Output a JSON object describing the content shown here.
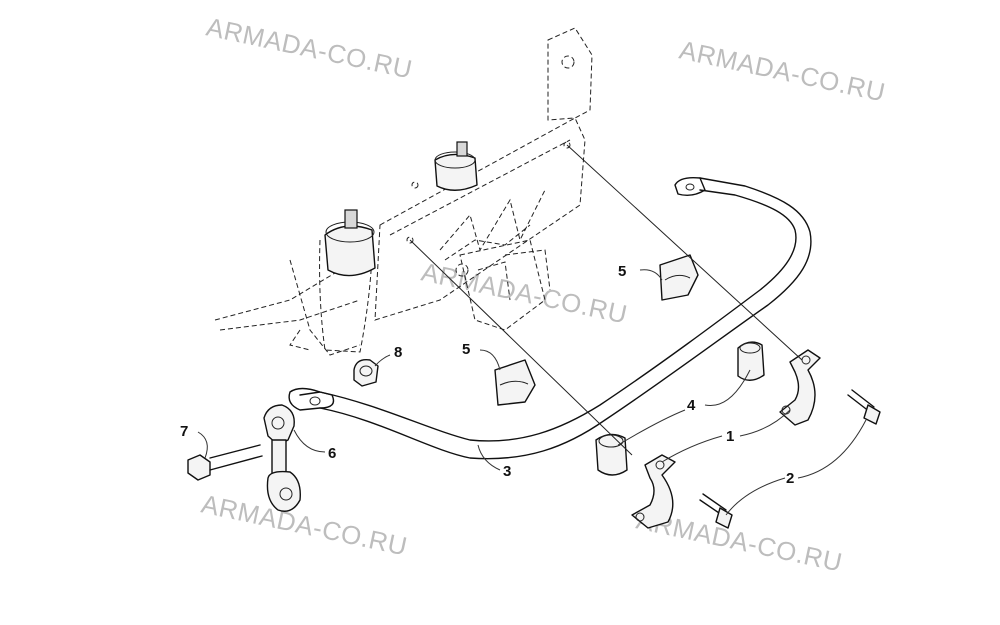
{
  "watermark": "ARMADA-CO.RU",
  "callouts": {
    "c1": "1",
    "c2": "2",
    "c3": "3",
    "c4": "4",
    "c5a": "5",
    "c5b": "5",
    "c6": "6",
    "c7": "7",
    "c8": "8"
  }
}
